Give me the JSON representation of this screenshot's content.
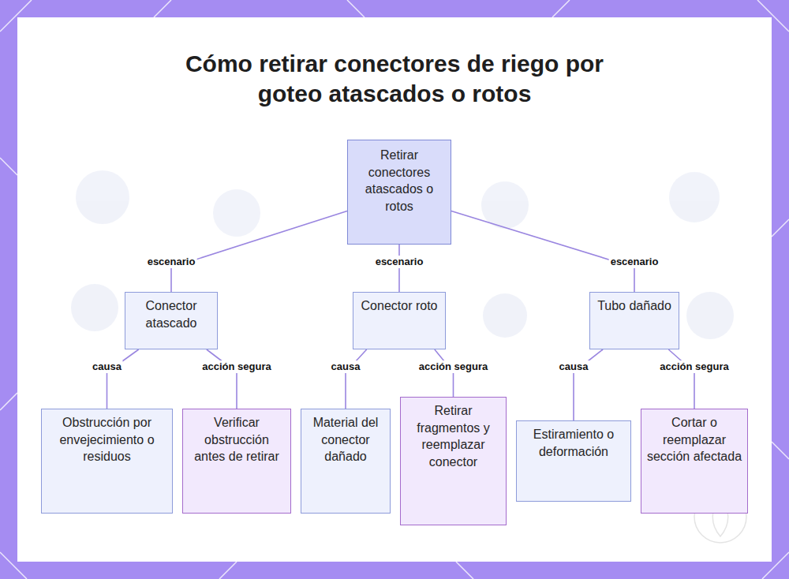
{
  "diagram": {
    "title": "Cómo retirar conectores de riego por goteo atascados o rotos",
    "nodes": [
      {
        "text": [
          "Retirar conectores atascados o rotos"
        ]
      },
      {
        "text": [
          "Conector atascado"
        ]
      },
      {
        "text": [
          "Conector roto"
        ]
      },
      {
        "text": [
          "Tubo dañado"
        ]
      },
      {
        "text": [
          "Obstrucción por envejecimiento o residuos"
        ]
      },
      {
        "text": [
          "Verificar obstrucción antes de retirar"
        ]
      },
      {
        "text": [
          "Material del conector dañado"
        ]
      },
      {
        "text": [
          "Retirar fragmentos y reemplazar conector"
        ]
      },
      {
        "text": [
          "Estiramiento o deformación"
        ]
      },
      {
        "text": [
          "Cortar o reemplazar sección afectada"
        ]
      }
    ],
    "edges": [
      {
        "from": 0,
        "to": 1,
        "label": "escenario",
        "arrow": "none"
      },
      {
        "from": 0,
        "to": 2,
        "label": "escenario",
        "arrow": "none"
      },
      {
        "from": 0,
        "to": 3,
        "label": "escenario",
        "arrow": "none"
      },
      {
        "from": 1,
        "to": 4,
        "label": "causa",
        "arrow": "none"
      },
      {
        "from": 1,
        "to": 5,
        "label": "acción segura",
        "arrow": "none"
      },
      {
        "from": 2,
        "to": 6,
        "label": "causa",
        "arrow": "none"
      },
      {
        "from": 2,
        "to": 7,
        "label": "acción segura",
        "arrow": "none"
      },
      {
        "from": 3,
        "to": 8,
        "label": "causa",
        "arrow": "none"
      },
      {
        "from": 3,
        "to": 9,
        "label": "acción segura",
        "arrow": "none"
      }
    ]
  }
}
